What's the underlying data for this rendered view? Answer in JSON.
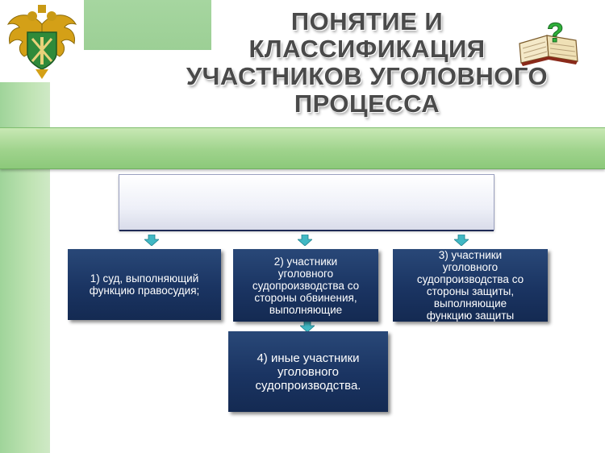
{
  "title": "ПОНЯТИЕ И\nКЛАССИФИКАЦИЯ\nУЧАСТНИКОВ УГОЛОВНОГО\nПРОЦЕССА",
  "header_box_text": "",
  "nodes": {
    "court": "1) суд, выполняющий\nфункцию правосудия;",
    "prosecution": "2) участники\nуголовного\nсудопроизводства со\nстороны обвинения,\nвыполняющие",
    "defense": "3) участники\nуголовного\nсудопроизводства со\nстороны защиты,\nвыполняющие\nфункцию защиты",
    "other": "4) иные участники\nуголовного\nсудопроизводства."
  },
  "colors": {
    "accent_green": "#9fd38c",
    "node_navy": "#1a3462",
    "arrow_teal": "#41b8c4",
    "title_gray": "#4a4a4a"
  },
  "icons": [
    "emblem-icon",
    "book-question-icon",
    "arrow-down-icon"
  ]
}
